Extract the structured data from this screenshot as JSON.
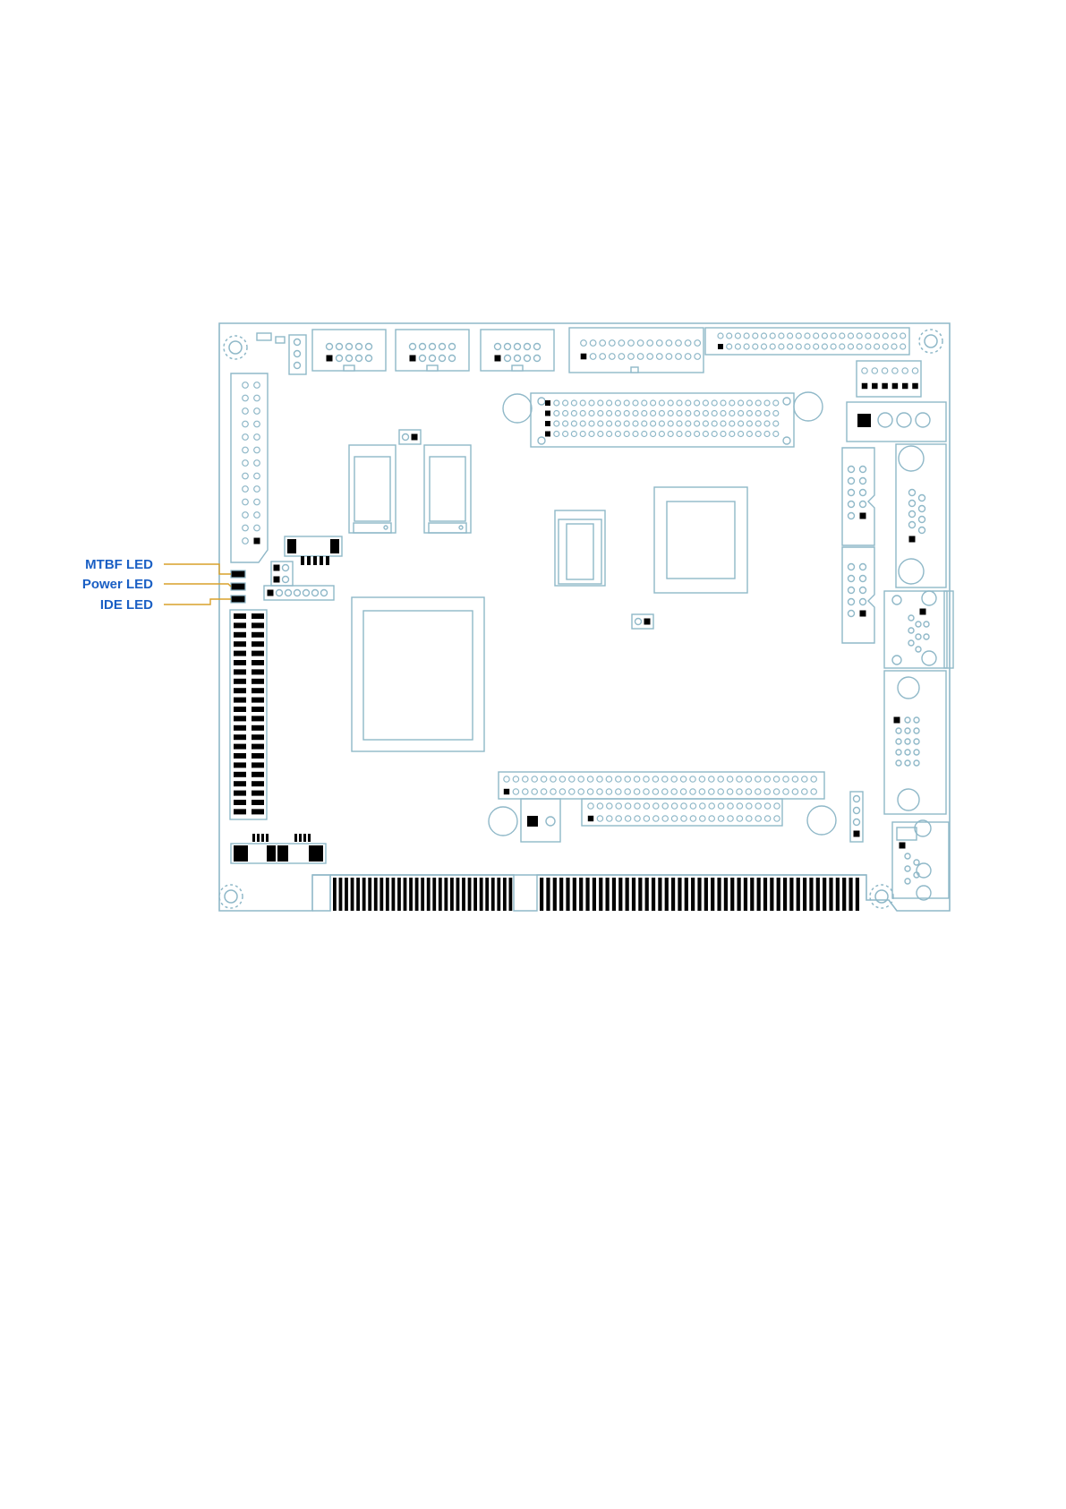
{
  "labels": {
    "mtbf_led": "MTBF LED",
    "power_led": "Power LED",
    "ide_led": "IDE LED"
  },
  "colors": {
    "board_outline": "#8fb8c8",
    "label_text": "#1a5fc4",
    "leader_line": "#d9a02a",
    "pin_fill": "#000000",
    "background": "#ffffff"
  }
}
